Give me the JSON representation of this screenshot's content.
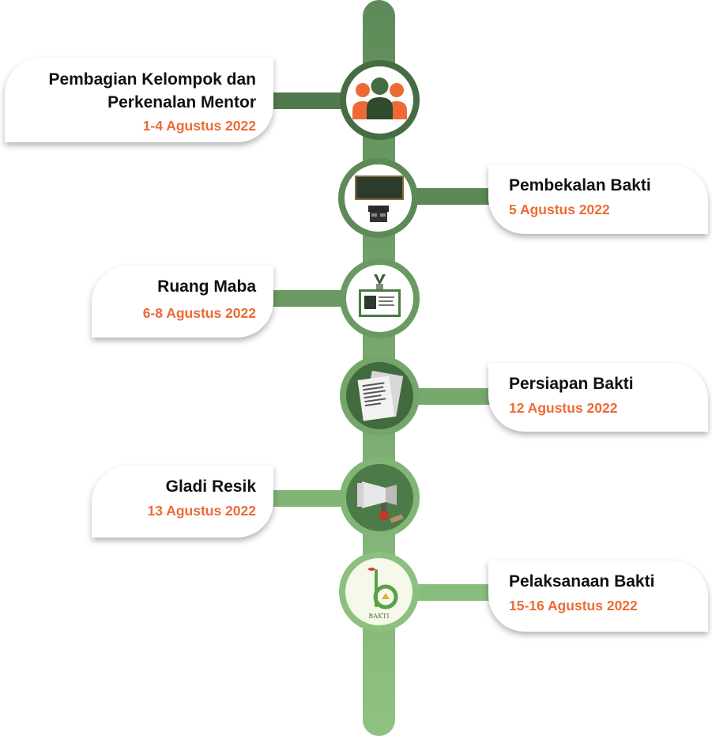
{
  "colors": {
    "accent_orange": "#ee6a35",
    "green_dark": "#466c43",
    "green_mid": "#79a86f",
    "green_light": "#8fc281",
    "title_text": "#111111"
  },
  "timeline": {
    "items": [
      {
        "title_line1": "Pembagian Kelompok dan",
        "title_line2": "Perkenalan Mentor",
        "date": "1-4 Agustus 2022",
        "icon": "people-group-icon"
      },
      {
        "title_line1": "Pembekalan Bakti",
        "date": "5 Agustus 2022",
        "icon": "classroom-desk-icon"
      },
      {
        "title_line1": "Ruang Maba",
        "date": "6-8 Agustus 2022",
        "icon": "id-card-icon"
      },
      {
        "title_line1": "Persiapan Bakti",
        "date": "12 Agustus 2022",
        "icon": "documents-icon"
      },
      {
        "title_line1": "Gladi Resik",
        "date": "13 Agustus 2022",
        "icon": "megaphone-icon"
      },
      {
        "title_line1": "Pelaksanaan Bakti",
        "date": "15-16 Agustus 2022",
        "icon": "bakti-logo-icon",
        "logo_text": "BAKTI"
      }
    ]
  }
}
